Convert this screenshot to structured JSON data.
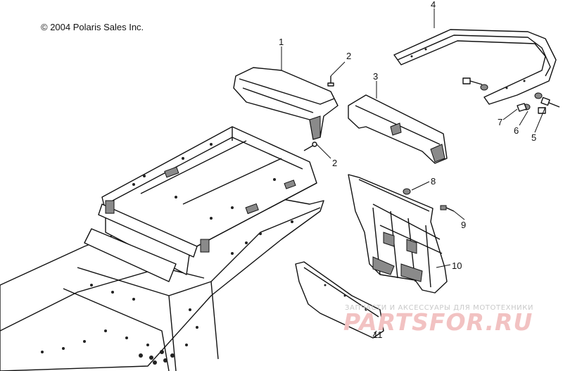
{
  "copyright": "© 2004 Polaris Sales Inc.",
  "callouts": [
    {
      "id": "1",
      "label": "1"
    },
    {
      "id": "2a",
      "label": "2"
    },
    {
      "id": "2b",
      "label": "2"
    },
    {
      "id": "3",
      "label": "3"
    },
    {
      "id": "4",
      "label": "4"
    },
    {
      "id": "5",
      "label": "5"
    },
    {
      "id": "6",
      "label": "6"
    },
    {
      "id": "7",
      "label": "7"
    },
    {
      "id": "8",
      "label": "8"
    },
    {
      "id": "9",
      "label": "9"
    },
    {
      "id": "10",
      "label": "10"
    },
    {
      "id": "11",
      "label": "11"
    }
  ],
  "watermark": {
    "tagline": "ЗАПЧАСТИ И АКСЕССУАРЫ ДЛЯ МОТОТЕХНИКИ",
    "logo": "PARTSFOR.RU"
  }
}
